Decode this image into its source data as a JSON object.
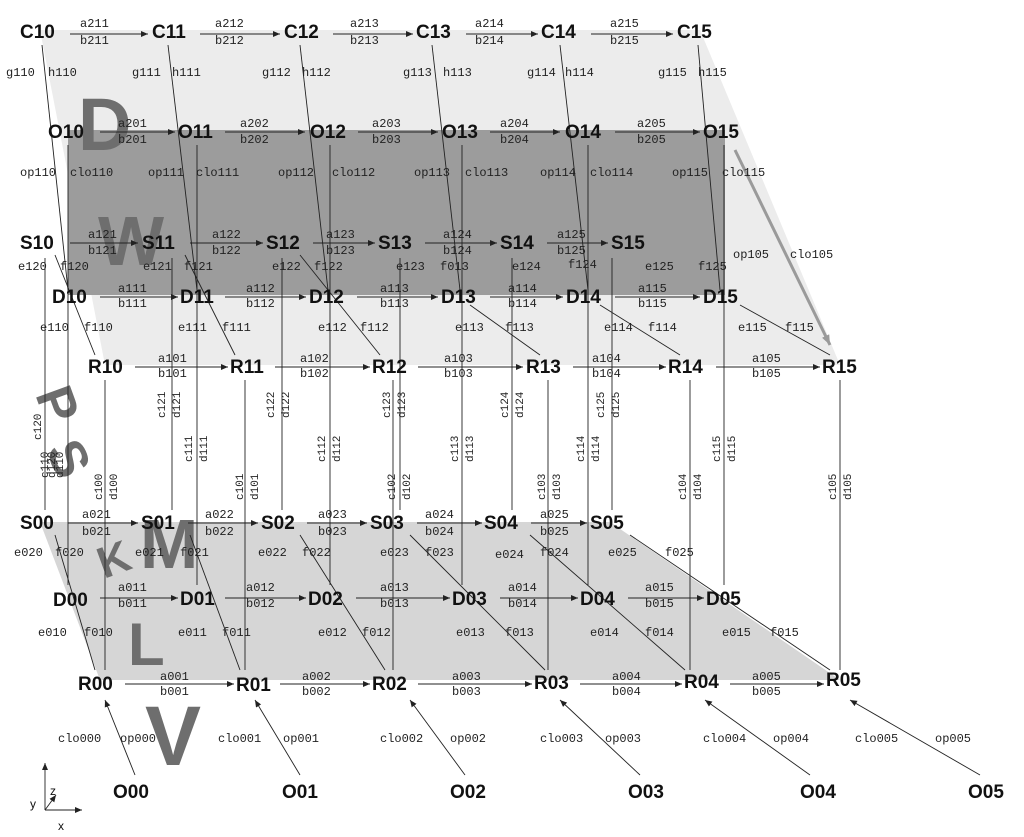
{
  "nodes": {
    "C10": "C10",
    "C11": "C11",
    "C12": "C12",
    "C13": "C13",
    "C14": "C14",
    "C15": "C15",
    "O10": "O10",
    "O11": "O11",
    "O12": "O12",
    "O13": "O13",
    "O14": "O14",
    "O15": "O15",
    "S10": "S10",
    "S11": "S11",
    "S12": "S12",
    "S13": "S13",
    "S14": "S14",
    "S15": "S15",
    "D10": "D10",
    "D11": "D11",
    "D12": "D12",
    "D13": "D13",
    "D14": "D14",
    "D15": "D15",
    "R10": "R10",
    "R11": "R11",
    "R12": "R12",
    "R13": "R13",
    "R14": "R14",
    "R15": "R15",
    "S00": "S00",
    "S01": "S01",
    "S02": "S02",
    "S03": "S03",
    "S04": "S04",
    "S05": "S05",
    "D00": "D00",
    "D01": "D01",
    "D02": "D02",
    "D03": "D03",
    "D04": "D04",
    "D05": "D05",
    "R00": "R00",
    "R01": "R01",
    "R02": "R02",
    "R03": "R03",
    "R04": "R04",
    "R05": "R05",
    "O00": "O00",
    "O01": "O01",
    "O02": "O02",
    "O03": "O03",
    "O04": "O04",
    "O05": "O05"
  },
  "edge_labels": {
    "a211": "a211",
    "b211": "b211",
    "a212": "a212",
    "b212": "b212",
    "a213": "a213",
    "b213": "b213",
    "a214": "a214",
    "b214": "b214",
    "a215": "a215",
    "b215": "b215",
    "g110": "g110",
    "h110": "h110",
    "g111": "g111",
    "h111": "h111",
    "g112": "g112",
    "h112": "h112",
    "g113": "g113",
    "h113": "h113",
    "g114": "g114",
    "h114": "h114",
    "g115": "g115",
    "h115": "h115",
    "a201": "a201",
    "b201": "b201",
    "a202": "a202",
    "b202": "b202",
    "a203": "a203",
    "b203": "b203",
    "a204": "a204",
    "b204": "b204",
    "a205": "a205",
    "b205": "b205",
    "op110": "op110",
    "clo110": "clo110",
    "op111": "op111",
    "clo111": "clo111",
    "op112": "op112",
    "clo112": "clo112",
    "op113": "op113",
    "clo113": "clo113",
    "op114": "op114",
    "clo114": "clo114",
    "op115": "op115",
    "clo115": "clo115",
    "a121": "a121",
    "b121": "b121",
    "a122": "a122",
    "b122": "b122",
    "a123": "a123",
    "b123": "b123",
    "a124": "a124",
    "b124": "b124",
    "a125": "a125",
    "b125": "b125",
    "e120": "e120",
    "f120": "f120",
    "e121": "e121",
    "f121": "f121",
    "e122": "e122",
    "f122": "f122",
    "e123": "e123",
    "f013": "f013",
    "e124": "e124",
    "f124": "f124",
    "e125": "e125",
    "f125": "f125",
    "op105": "op105",
    "clo105": "clo105",
    "a111": "a111",
    "b111": "b111",
    "a112": "a112",
    "b112": "b112",
    "a113": "a113",
    "b113": "b113",
    "a114": "a114",
    "b114": "b114",
    "a115": "a115",
    "b115": "b115",
    "e110": "e110",
    "f110": "f110",
    "e111": "e111",
    "f111": "f111",
    "e112": "e112",
    "f112": "f112",
    "e113": "e113",
    "f113": "f113",
    "e114": "e114",
    "f114": "f114",
    "e115": "e115",
    "f115": "f115",
    "a101": "a101",
    "b101": "b101",
    "a102": "a102",
    "b102": "b102",
    "a103": "a103",
    "b103": "b103",
    "a104": "a104",
    "b104": "b104",
    "a105": "a105",
    "b105": "b105",
    "c120": "c120",
    "d120": "d120",
    "c110": "c110",
    "d110": "d110",
    "c100": "c100",
    "d100": "d100",
    "c121": "c121",
    "d121": "d121",
    "c111": "c111",
    "d111": "d111",
    "c101": "c101",
    "d101": "d101",
    "c122": "c122",
    "d122": "d122",
    "c112": "c112",
    "d112": "d112",
    "c102": "c102",
    "d102": "d102",
    "c123": "c123",
    "d123": "d123",
    "c113": "c113",
    "d113": "d113",
    "c103": "c103",
    "d103": "d103",
    "c124": "c124",
    "d124": "d124",
    "c114": "c114",
    "d114": "d114",
    "c104": "c104",
    "d104": "d104",
    "c125": "c125",
    "d125": "d125",
    "c115": "c115",
    "d115": "d115",
    "c105": "c105",
    "d105": "d105",
    "a021": "a021",
    "b021": "b021",
    "a022": "a022",
    "b022": "b022",
    "a023": "a023",
    "b023": "b023",
    "a024": "a024",
    "b024": "b024",
    "a025": "a025",
    "b025": "b025",
    "e020": "e020",
    "f020": "f020",
    "e021": "e021",
    "f021": "f021",
    "e022": "e022",
    "f022": "f022",
    "e023": "e023",
    "f023": "f023",
    "e024": "e024",
    "f024": "f024",
    "e025": "e025",
    "f025": "f025",
    "a011": "a011",
    "b011": "b011",
    "a012": "a012",
    "b012": "b012",
    "a013": "a013",
    "b013": "b013",
    "a014": "a014",
    "b014": "b014",
    "a015": "a015",
    "b015": "b015",
    "e010": "e010",
    "f010": "f010",
    "e011": "e011",
    "f011": "f011",
    "e012": "e012",
    "f012": "f012",
    "e013": "e013",
    "f013b": "f013",
    "e014": "e014",
    "f014": "f014",
    "e015": "e015",
    "f015": "f015",
    "a001": "a001",
    "b001": "b001",
    "a002": "a002",
    "b002": "b002",
    "a003": "a003",
    "b003": "b003",
    "a004": "a004",
    "b004": "b004",
    "a005": "a005",
    "b005": "b005",
    "clo000": "clo000",
    "op000": "op000",
    "clo001": "clo001",
    "op001": "op001",
    "clo002": "clo002",
    "op002": "op002",
    "clo003": "clo003",
    "op003": "op003",
    "clo004": "clo004",
    "op004": "op004",
    "clo005": "clo005",
    "op005": "op005"
  },
  "big_letters": {
    "D": "D",
    "W": "W",
    "P": "P",
    "S": "S",
    "K": "K",
    "M": "M",
    "L": "L",
    "V": "V"
  },
  "axes": {
    "z": "z",
    "y": "y",
    "x": "x"
  },
  "colors": {
    "plane_light": "#ececec",
    "plane_dark": "#9c9c9c",
    "plane_bottom": "#d6d6d6",
    "highlight_arrow": "#9a9a9a"
  }
}
